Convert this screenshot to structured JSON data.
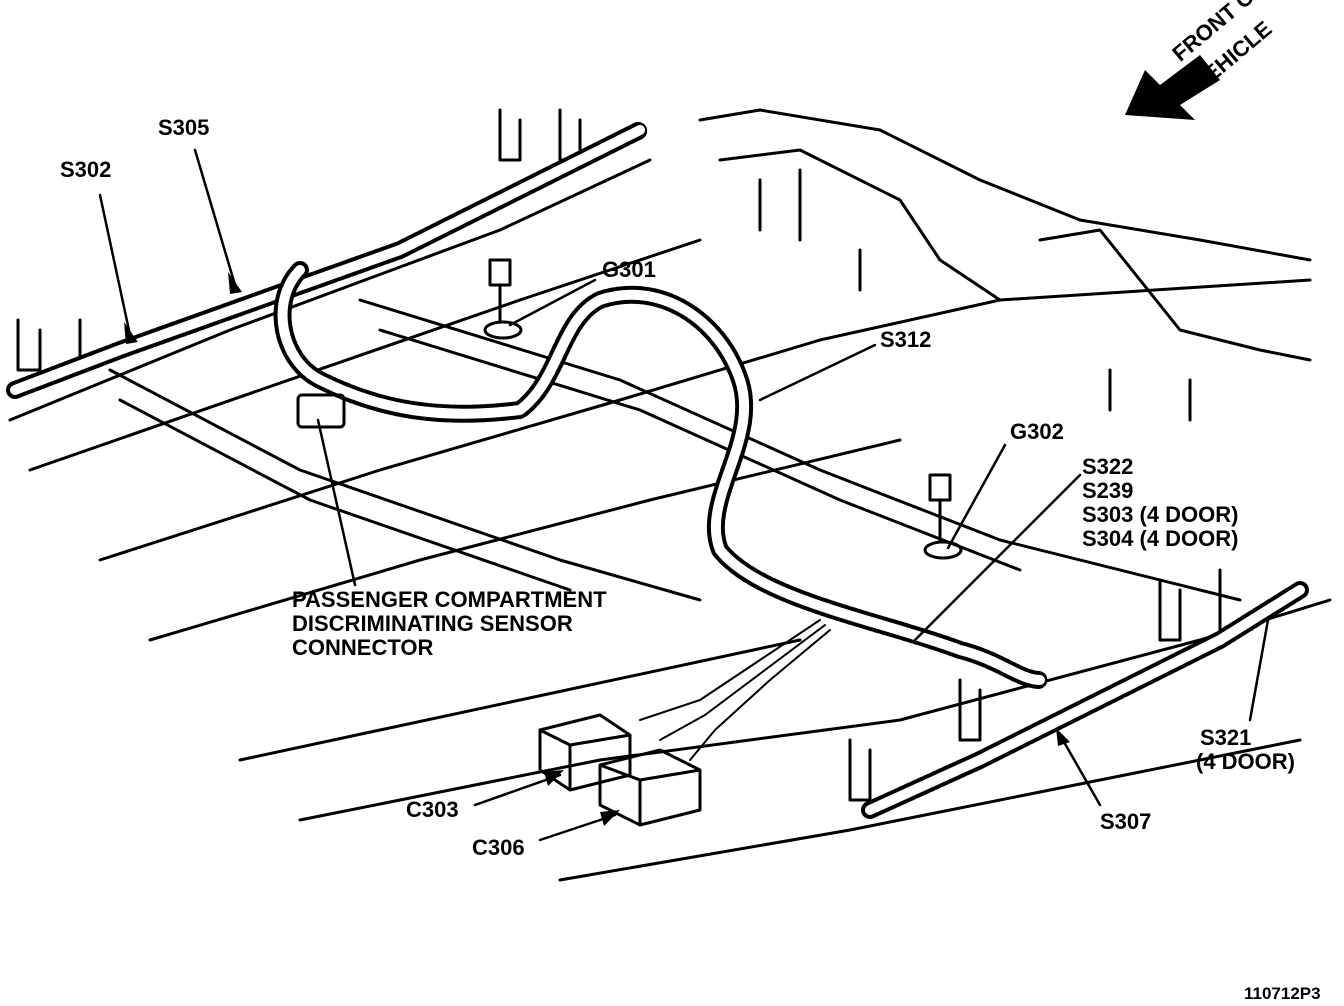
{
  "labels": {
    "front_of_vehicle_line1": "FRONT OF",
    "front_of_vehicle_line2": "VEHICLE",
    "s302": "S302",
    "s305": "S305",
    "g301": "G301",
    "s312": "S312",
    "g302": "G302",
    "s322": "S322",
    "s239": "S239",
    "s303": "S303 (4 DOOR)",
    "s304": "S304 (4 DOOR)",
    "sensor_line1": "PASSENGER COMPARTMENT",
    "sensor_line2": "DISCRIMINATING SENSOR",
    "sensor_line3": "CONNECTOR",
    "s321_line1": "S321",
    "s321_line2": "(4 DOOR)",
    "s307": "S307",
    "c303": "C303",
    "c306": "C306",
    "figure_id": "110712P3"
  }
}
